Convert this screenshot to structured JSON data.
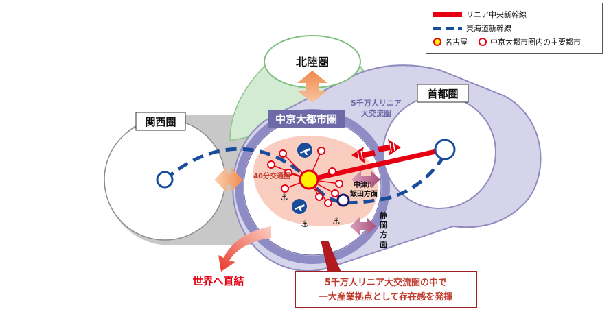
{
  "legend": {
    "linear_shinkansen": "リニア中央新幹線",
    "tokaido_shinkansen": "東海道新幹線",
    "nagoya": "名古屋",
    "major_cities": "中京大都市圏内の主要都市"
  },
  "regions": {
    "hokuriku": "北陸圏",
    "kansai": "関西圏",
    "shuto": "首都圏",
    "chukyo": "中京大都市圏"
  },
  "labels": {
    "linear_area_line1": "5千万人リニア",
    "linear_area_line2": "大交流圏",
    "commute_40min": "40分交通圏",
    "nakatsugawa_line1": "中津川",
    "nakatsugawa_line2": "飯田方面",
    "shizuoka": "静岡方面",
    "world": "世界へ直結"
  },
  "callout": {
    "line1": "5千万人リニア大交流圏の中で",
    "line2": "一大産業拠点として存在感を発揮"
  },
  "colors": {
    "linear_red": "#e60012",
    "tokaido_blue": "#1a4c9c",
    "nagoya_yellow": "#fff100",
    "band_lavender": "#d6d4ea",
    "band_gray": "#c8c8c8",
    "hokuriku_green": "#cfe8cf",
    "chukyo_purple": "#6e6aa8",
    "commute_pink": "#f8c8b8"
  },
  "icons": [
    "airplane-icon",
    "anchor-icon",
    "arrow-icon"
  ]
}
